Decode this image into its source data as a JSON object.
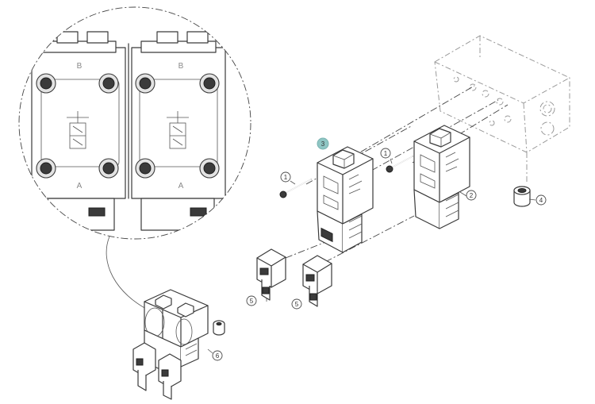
{
  "diagram": {
    "callouts": [
      {
        "id": "callout-1-left",
        "label": "1",
        "highlighted": false
      },
      {
        "id": "callout-1-right",
        "label": "1",
        "highlighted": false
      },
      {
        "id": "callout-2",
        "label": "2",
        "highlighted": false
      },
      {
        "id": "callout-3",
        "label": "3",
        "highlighted": true
      },
      {
        "id": "callout-4",
        "label": "4",
        "highlighted": false
      },
      {
        "id": "callout-5-left",
        "label": "5",
        "highlighted": false
      },
      {
        "id": "callout-5-right",
        "label": "5",
        "highlighted": false
      },
      {
        "id": "callout-6",
        "label": "6",
        "highlighted": false
      }
    ],
    "detail_view": {
      "port_labels": [
        "B",
        "B",
        "A",
        "A"
      ]
    },
    "colors": {
      "line": "#3a3a3a",
      "highlight": "#8fc6c4",
      "ghost": "#9a9a9a"
    }
  }
}
